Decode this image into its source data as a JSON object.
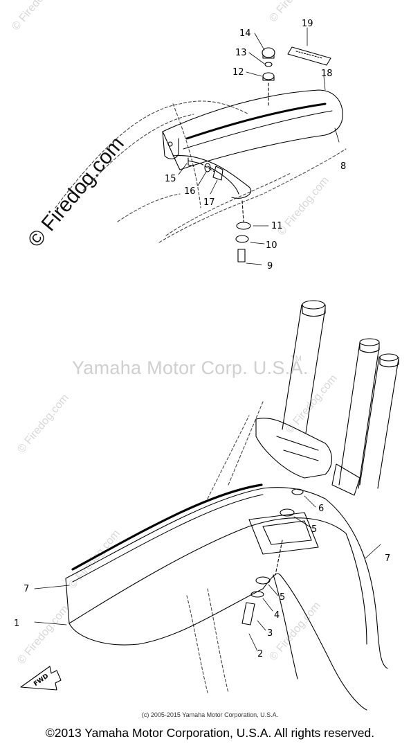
{
  "watermark": {
    "main": "Yamaha Motor Corp. U.S.A.",
    "tm": "TM",
    "side": "© Firedog.com",
    "left_big": "© Firedog.com"
  },
  "fwd_label": "FWD",
  "callouts": [
    "1",
    "2",
    "3",
    "4",
    "5",
    "5",
    "6",
    "7",
    "7",
    "8",
    "9",
    "10",
    "11",
    "12",
    "13",
    "14",
    "15",
    "16",
    "17",
    "18",
    "19"
  ],
  "copyright_small": "(c) 2005-2015 Yamaha Motor Corporation, U.S.A.",
  "copyright_main": "©2013 Yamaha Motor Corporation, U.S.A. All rights reserved."
}
